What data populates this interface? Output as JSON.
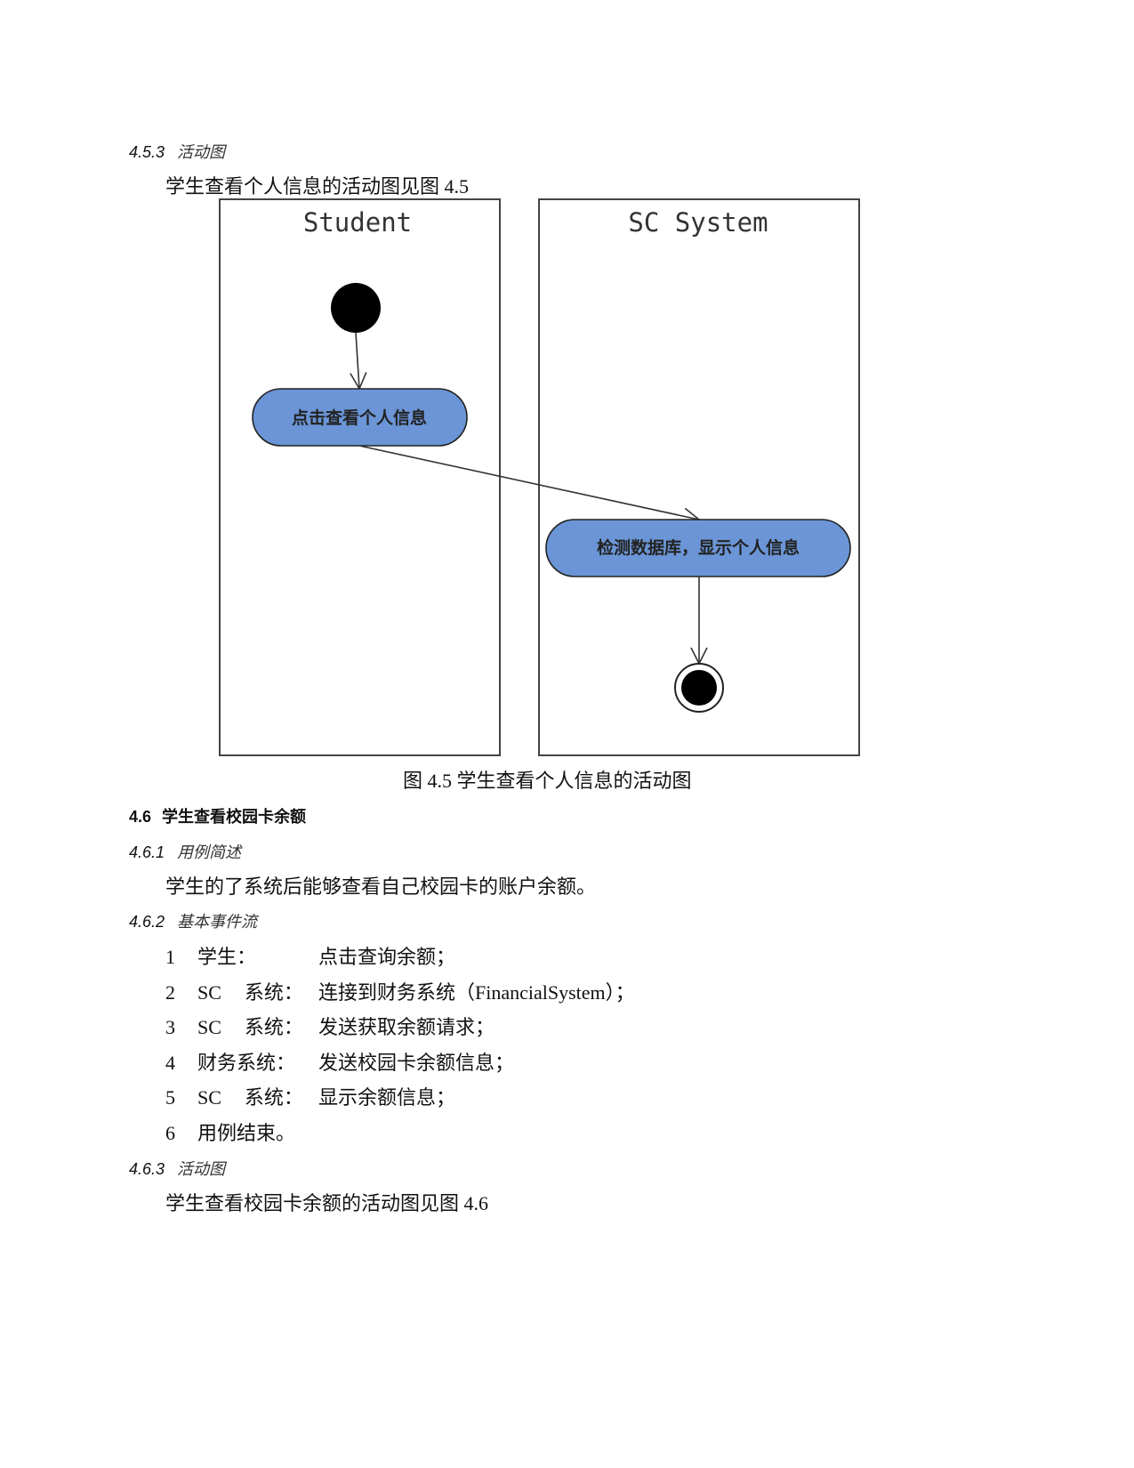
{
  "sections": {
    "s453": {
      "number": "4.5.3",
      "title": "活动图"
    },
    "intro_453": "学生查看个人信息的活动图见图 4.5",
    "figure_45": {
      "lanes": [
        "Student",
        "SC System"
      ],
      "activities": [
        "点击查看个人信息",
        "检测数据库，显示个人信息"
      ],
      "caption": "图 4.5  学生查看个人信息的活动图"
    },
    "s46": {
      "number": "4.6",
      "title": "学生查看校园卡余额"
    },
    "s461": {
      "number": "4.6.1",
      "title": "用例简述"
    },
    "text_461": "学生的了系统后能够查看自己校园卡的账户余额。",
    "s462": {
      "number": "4.6.2",
      "title": "基本事件流"
    },
    "steps": [
      {
        "n": "1",
        "actor": "学生：",
        "action": "点击查询余额；"
      },
      {
        "n": "2",
        "actor_a": "SC",
        "actor_b": "系统：",
        "action": "连接到财务系统（FinancialSystem）；"
      },
      {
        "n": "3",
        "actor_a": "SC",
        "actor_b": "系统：",
        "action": "发送获取余额请求；"
      },
      {
        "n": "4",
        "actor": "财务系统：",
        "action": "发送校园卡余额信息；"
      },
      {
        "n": "5",
        "actor_a": "SC",
        "actor_b": "系统：",
        "action": "显示余额信息；"
      },
      {
        "n": "6",
        "actor": "",
        "action": "用例结束。"
      }
    ],
    "s463": {
      "number": "4.6.3",
      "title": "活动图"
    },
    "intro_463": "学生查看校园卡余额的活动图见图 4.6"
  },
  "colors": {
    "activity_fill": "#6b95d6",
    "line": "#333333"
  }
}
